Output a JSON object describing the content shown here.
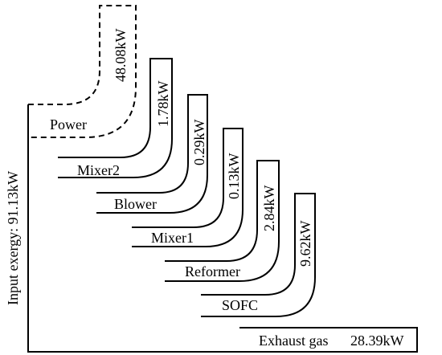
{
  "diagram": {
    "type": "exergy-flow-grassmann",
    "input_label": "Input exergy: 91.13kW",
    "power": {
      "name": "Power",
      "value": "48.08kW"
    },
    "losses": [
      {
        "name": "Mixer2",
        "value": "1.78kW"
      },
      {
        "name": "Blower",
        "value": "0.29kW"
      },
      {
        "name": "Mixer1",
        "value": "0.13kW"
      },
      {
        "name": "Reformer",
        "value": "2.84kW"
      },
      {
        "name": "SOFC",
        "value": "9.62kW"
      }
    ],
    "exhaust": {
      "name": "Exhaust gas",
      "value": "28.39kW"
    }
  }
}
